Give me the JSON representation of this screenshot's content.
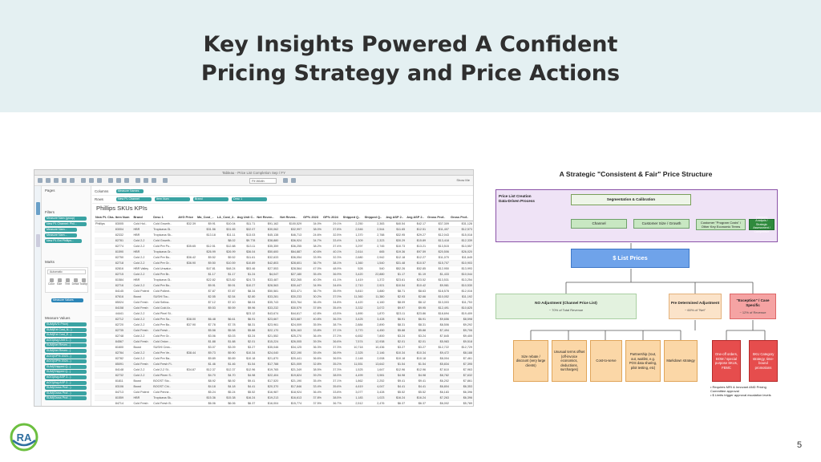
{
  "slide": {
    "title_line1": "Key Insights Powered A Confident",
    "title_line2": "Pricing Strategy and Price Actions",
    "page_number": "5",
    "logo_text": "RA"
  },
  "colors": {
    "title_band": "#e4f0f2",
    "pill_teal": "#3aa3a3",
    "list_prices_blue": "#6fa3ea",
    "exception_red": "#f5a3a3",
    "promo_red": "#e64d4d"
  },
  "tableau": {
    "window_title": "Tableau - Price List Completion Sep / FY",
    "fit_select": "Fit Width",
    "show_me": "Show Me",
    "pages_label": "Pages",
    "filters_label": "Filters",
    "marks_label": "Marks",
    "marks_type": "Automatic",
    "marks_buttons": [
      "Color",
      "Size",
      "Text",
      "Detail",
      "Tooltip"
    ],
    "measure_values_label": "Measure Values",
    "columns_label": "Columns",
    "rows_label": "Rows",
    "columns_pills": [
      "Measure Names"
    ],
    "rows_pills": [
      "New PL Channel",
      "Item Num",
      "Brand",
      "Desc 1"
    ],
    "filter_pills": [
      "Measure Nam (group)",
      "New PL Channel: Phil...",
      "Measure Nam...",
      "Measure Nam...",
      "New PL Ext Phillips..."
    ],
    "marks_pill": "Measure Values",
    "measure_pills": [
      "SUM(AVG Price)",
      "SUM(Ext Cost_N...)",
      "SUM(Ext Cost_E...)",
      "AGG(Avg Unit C...)",
      "SUM(Net Reven...)",
      "SUM(Net Reven...)",
      "AGG(GP% 2023...)",
      "AGG(GP% 2024...)",
      "SUM(Shipped Q...)",
      "SUM(Shipped Q...)",
      "AGG(Avg ASP 2...)",
      "AGG(Avg ASP 2...)",
      "SUM(Gross Prof...)",
      "SUM(Gross Prof...)",
      "SUM(Gross Prof...)"
    ],
    "view_title": "Phillips SKUs KPIs",
    "columns": [
      "New PL Cha..",
      "Item Num",
      "Brand",
      "Desc 1",
      "AVG Price",
      "Ma_Cost_..",
      "LA_Cost_2..",
      "Avg Unit C..",
      "Net Reven..",
      "Net Reven..",
      "GP% 2023",
      "GP% 2024",
      "Shipped Q..",
      "Shipped Q..",
      "Avg ASP 2..",
      "Avg ASP 2..",
      "Gross Prof..",
      "Gross Prof.."
    ],
    "rows": [
      [
        "Phillips",
        "83005",
        "Cold Hol..",
        "Cold Growth..",
        "$32.39",
        "$9.91",
        "$10.04",
        "$11.71",
        "$91,162",
        "$100,529",
        "34.0%",
        "29.1%",
        "2,250",
        "2,383",
        "$40.54",
        "$42.17",
        "$37,309",
        "$31,128"
      ],
      [
        "",
        "83004",
        "HBR",
        "Tropicana Gi..",
        "",
        "$31.56",
        "$31.65",
        "$32.07",
        "$30,062",
        "$32,997",
        "38.0%",
        "37.8%",
        "2,546",
        "2,544",
        "$11.65",
        "$12.51",
        "$11,407",
        "$12,573"
      ],
      [
        "",
        "82332",
        "HBR",
        "Tropicana Sk..",
        "",
        "$13.18",
        "$11.11",
        "$13.03",
        "$45,138",
        "$46,713",
        "24.6%",
        "32.5%",
        "1,370",
        "2,788",
        "$32.95",
        "$29.27",
        "$12,043",
        "$15,018"
      ],
      [
        "",
        "82781",
        "Cold 2-2",
        "Cold Growth..",
        "",
        "",
        "$8.02",
        "$9.778",
        "$38,880",
        "$36,924",
        "34.7%",
        "33.4%",
        "1,309",
        "2,323",
        "$30.29",
        "$15.89",
        "$13,418",
        "$12,339"
      ],
      [
        "",
        "82774",
        "Cold 2-2",
        "Cold Pre Po..",
        "$35.65",
        "$12.51",
        "$12.88",
        "$13.11",
        "$35,359",
        "$36,255",
        "38.2%",
        "37.4%",
        "3,297",
        "2,745",
        "$10.73",
        "$13.21",
        "$13,515",
        "$13,557"
      ],
      [
        "",
        "81590",
        "HBR",
        "Tropicana Gr..",
        "",
        "$26.99",
        "$26.99",
        "$36.04",
        "$50,600",
        "$64,887",
        "40.6%",
        "40.1%",
        "2,614",
        "665",
        "$19.36",
        "$97.59",
        "$20,506",
        "$26,020"
      ],
      [
        "",
        "82750",
        "Cold 2-2",
        "Cold Pre Bo..",
        "$36.42",
        "$9.52",
        "$9.52",
        "$11.61",
        "$32,633",
        "$36,054",
        "33.9%",
        "32.3%",
        "2,680",
        "2,942",
        "$12.18",
        "$12.27",
        "$11,070",
        "$11,645"
      ],
      [
        "",
        "82718",
        "Cold 2-2",
        "Cold Pre Gr..",
        "$36.90",
        "$9.50",
        "$10.59",
        "$10.89",
        "$42,803",
        "$28,601",
        "36.7%",
        "38.1%",
        "1,360",
        "1,540",
        "$31.48",
        "$10.57",
        "$15,707",
        "$10,903"
      ],
      [
        "",
        "82816",
        "HBR Valley",
        "Cold Unsatur..",
        "",
        "$47.81",
        "$48.24",
        "$53.46",
        "$27,553",
        "$28,564",
        "47.0%",
        "48.9%",
        "528",
        "540",
        "$52.26",
        "$52.85",
        "$12,950",
        "$13,993"
      ],
      [
        "",
        "82715",
        "Cold 2-2",
        "Cold Pre Br..",
        "",
        "$1.17",
        "$1.17",
        "$1.24",
        "$4,047",
        "$27,180",
        "35.4%",
        "36.9%",
        "3,420",
        "22,880",
        "$1.17",
        "$1.19",
        "$1,433",
        "$10,044"
      ],
      [
        "",
        "81584",
        "HBR",
        "Tropicana Gi..",
        "",
        "$22.82",
        "$23.82",
        "$24.73",
        "$33,487",
        "$32,265",
        "40.3%",
        "41.1%",
        "1,419",
        "1,372",
        "$23.61",
        "$23.52",
        "$13,531",
        "$13,254"
      ],
      [
        "",
        "82716",
        "Cold 2-2",
        "Cold Pre Bo..",
        "",
        "$9.91",
        "$9.91",
        "$10.27",
        "$28,563",
        "$30,447",
        "34.9%",
        "34.6%",
        "2,710",
        "2,921",
        "$10.54",
        "$10.42",
        "$9,981",
        "$10,530"
      ],
      [
        "",
        "84145",
        "Cold Potent",
        "Cold Pollent..",
        "",
        "$7.87",
        "$7.87",
        "$8.34",
        "$50,581",
        "$33,471",
        "36.7%",
        "35.9%",
        "5,810",
        "3,880",
        "$8.71",
        "$8.63",
        "$18,578",
        "$12,016"
      ],
      [
        "",
        "87616",
        "Boost",
        "SUSHI Tou..",
        "",
        "$2.55",
        "$2.54",
        "$2.80",
        "$33,281",
        "$30,233",
        "30.2%",
        "37.0%",
        "11,360",
        "11,380",
        "$2.93",
        "$2.66",
        "$10,052",
        "$11,192"
      ],
      [
        "",
        "85024",
        "Cold Fresh",
        "Cold Selina..",
        "",
        "$7.12",
        "$7.10",
        "$8.04",
        "$35,743",
        "$33,764",
        "36.4%",
        "34.8%",
        "4,420",
        "4,160",
        "$8.09",
        "$8.12",
        "$13,003",
        "$11,753"
      ],
      [
        "",
        "84158",
        "Cold Fresh",
        "Cold Cold Ar..",
        "",
        "$9.53",
        "$9.59",
        "$9.96",
        "$33,232",
        "$30,579",
        "37.6%",
        "35.4%",
        "3,332",
        "3,072",
        "$9.97",
        "$9.95",
        "$12,491",
        "$10,825"
      ],
      [
        "",
        "44441",
        "Cold 2-2",
        "Cold Pinel St..",
        "",
        "",
        "",
        "$23.12",
        "$43,674",
        "$44,617",
        "42.8%",
        "43.5%",
        "1,890",
        "1,870",
        "$23.11",
        "$23.86",
        "$18,694",
        "$19,409"
      ],
      [
        "",
        "82712",
        "Cold 2-2",
        "Cold Pre Su..",
        "$38.00",
        "$6.48",
        "$6.61",
        "$6.91",
        "$23,667",
        "$23,687",
        "40.8%",
        "36.3%",
        "3,425",
        "3,428",
        "$6.91",
        "$6.91",
        "$9,656",
        "$8,598"
      ],
      [
        "",
        "82720",
        "Cold 2-2",
        "Cold Pre Bo..",
        "$37.90",
        "$7.78",
        "$7.78",
        "$8.31",
        "$23,961",
        "$24,009",
        "35.5%",
        "38.7%",
        "2,884",
        "2,890",
        "$8.31",
        "$8.31",
        "$8,506",
        "$9,292"
      ],
      [
        "",
        "82735",
        "Cold Fresh",
        "Cold Fresh ..",
        "",
        "$5.58",
        "$5.58",
        "$5.88",
        "$22,170",
        "$26,163",
        "33.8%",
        "37.1%",
        "3,770",
        "4,450",
        "$5.88",
        "$5.88",
        "$7,494",
        "$9,706"
      ],
      [
        "",
        "82748",
        "Cold 2-2",
        "Cold Pre Gr..",
        "",
        "$3.06",
        "$3.03",
        "$3.24",
        "$21,552",
        "$25,270",
        "36.4%",
        "37.2%",
        "6,652",
        "7,800",
        "$3.24",
        "$3.24",
        "$7,845",
        "$9,400"
      ],
      [
        "",
        "84567",
        "Cold Fresh",
        "Cold Onion ..",
        "",
        "$1.88",
        "$1.88",
        "$2.01",
        "$15,224",
        "$26,005",
        "39.3%",
        "36.6%",
        "7,574",
        "12,938",
        "$2.01",
        "$2.01",
        "$5,983",
        "$9,518"
      ],
      [
        "",
        "81600",
        "Boost",
        "SUSHI Crea..",
        "",
        "$3.07",
        "$3.09",
        "$3.27",
        "$35,046",
        "$34,125",
        "36.3%",
        "37.3%",
        "10,718",
        "10,436",
        "$3.27",
        "$3.27",
        "$12,722",
        "$12,729"
      ],
      [
        "",
        "82784",
        "Cold 2-2",
        "Cold Pre Ve..",
        "$38.44",
        "$9.73",
        "$9.90",
        "$10.34",
        "$24,040",
        "$22,190",
        "39.4%",
        "36.9%",
        "2,325",
        "2,146",
        "$10.34",
        "$10.34",
        "$9,472",
        "$8,188"
      ],
      [
        "",
        "82782",
        "Cold 2-2",
        "Cold Pre Ba..",
        "",
        "$9.89",
        "$9.89",
        "$10.18",
        "$21,870",
        "$20,441",
        "36.6%",
        "36.5%",
        "2,148",
        "2,008",
        "$10.18",
        "$10.18",
        "$8,004",
        "$7,461"
      ],
      [
        "",
        "85091",
        "Cold Fresh",
        "Cold Fresh Fi..",
        "",
        "$1.46",
        "$1.46",
        "$1.54",
        "$17,788",
        "$21,009",
        "32.8%",
        "35.2%",
        "11,551",
        "13,642",
        "$1.54",
        "$1.54",
        "$5,834",
        "$7,395"
      ],
      [
        "",
        "84148",
        "Cold 2-2",
        "Cold 2-2 St..",
        "$34.87",
        "$12.37",
        "$12.37",
        "$12.96",
        "$19,765",
        "$21,349",
        "38.5%",
        "37.3%",
        "1,525",
        "1,647",
        "$12.96",
        "$12.96",
        "$7,610",
        "$7,963"
      ],
      [
        "",
        "82732",
        "Cold 2-2",
        "Cold Pinen S..",
        "",
        "$4.70",
        "$4.70",
        "$4.98",
        "$22,404",
        "$19,824",
        "39.2%",
        "38.5%",
        "4,499",
        "3,981",
        "$4.98",
        "$4.98",
        "$8,782",
        "$7,632"
      ],
      [
        "",
        "81811",
        "Boost",
        "BOOST Sto..",
        "",
        "$8.92",
        "$8.92",
        "$9.41",
        "$17,520",
        "$21,190",
        "35.4%",
        "37.1%",
        "1,862",
        "2,252",
        "$9.41",
        "$9.41",
        "$6,202",
        "$7,861"
      ],
      [
        "",
        "83106",
        "Boost",
        "BOOST Chi..",
        "",
        "$4.18",
        "$4.18",
        "$4.41",
        "$20,370",
        "$17,846",
        "33.4%",
        "35.6%",
        "4,619",
        "4,047",
        "$4.41",
        "$4.41",
        "$6,804",
        "$6,353"
      ],
      [
        "",
        "84713",
        "Cold Potent",
        "Cold Penne..",
        "",
        "$5.24",
        "$5.24",
        "$5.52",
        "$16,987",
        "$18,924",
        "36.4%",
        "33.8%",
        "3,077",
        "3,428",
        "$5.52",
        "$5.52",
        "$6,183",
        "$6,396"
      ],
      [
        "",
        "81559",
        "HBR",
        "Tropicana Sk..",
        "",
        "$15.36",
        "$15.38",
        "$16.24",
        "$19,213",
        "$16,613",
        "37.8%",
        "38.5%",
        "1,183",
        "1,023",
        "$16.24",
        "$16.24",
        "$7,263",
        "$6,396"
      ],
      [
        "",
        "84714",
        "Cold Fresh",
        "Cold Fresh B..",
        "",
        "$6.06",
        "$6.06",
        "$6.37",
        "$16,004",
        "$15,774",
        "37.5%",
        "36.7%",
        "2,512",
        "2,476",
        "$6.37",
        "$6.37",
        "$6,002",
        "$5,789"
      ],
      [
        "",
        "84722",
        "Cold Fresh",
        "Cold Fresh C..",
        "",
        "$2.61",
        "$2.61",
        "$2.75",
        "$15,180",
        "$14,972",
        "37.8%",
        "35.6%",
        "5,520",
        "5,444",
        "$2.75",
        "$2.75",
        "$5,738",
        "$5,330"
      ],
      [
        "",
        "82759",
        "Cold Fresh",
        "Cold Pickle..",
        "",
        "$4.49",
        "$4.51",
        "$4.75",
        "$14,430",
        "$13,800",
        "36.2%",
        "37.0%",
        "3,038",
        "2,905",
        "$4.75",
        "$4.75",
        "$5,224",
        "$5,106"
      ],
      [
        "",
        "84712",
        "Cold Fresh",
        "Cold Cold N..",
        "",
        "$2.23",
        "$2.23",
        "$2.36",
        "$13,850",
        "$14,444",
        "35.1%",
        "36.2%",
        "5,869",
        "6,120",
        "$2.36",
        "$2.36",
        "$4,861",
        "$5,229"
      ]
    ]
  },
  "diagram": {
    "title": "A Strategic \"Consistent & Fair\" Price Structure",
    "plc_line1": "Price List Creation",
    "plc_line2": "Data-Driven Process",
    "segmentation": "Segmentation & Calibration",
    "channel": "Channel",
    "customer_size": "Customer Size / Growth",
    "customer_program": "Customer \"Program Costs\" / Other Key Economic Terms",
    "category_dynamics": "Category Analysis / Strategic Assessment / Competitive",
    "list_prices": "$ List Prices",
    "no_adjustment_title": "NO Adjustment (Channel Price List)",
    "no_adjustment_sub": "~ 70% of Total Revenue",
    "pre_determined_title": "Pre Determined Adjustment",
    "pre_determined_sub": "~ 60% of \"Net\"",
    "exception_title": "\"Exception\" / Case Specific",
    "exception_sub": "~ 12% of Revenue",
    "b_size_rebate": "Size rebate / discount (very large clients)",
    "b_unusual_terms": "Unusual terms offset (off-invoice economics, deductions, surcharges)",
    "b_cost_to_serve": "Cost-to-serve",
    "b_partnership": "Partnership (rout, out, waitlist, e.g. POS data sharing, pilot testing, etc)",
    "b_markdown": "Markdown strategy",
    "b_one_off": "One-off orders, BOM / special purpose SKUs, FEMC",
    "b_sku_category": "SKU Category strategy, time-bound promotions",
    "note1": "• Requires MRI & Innovant AND Pricing Committee approval",
    "note2": "• $ Limits trigger approval escalation levels"
  }
}
